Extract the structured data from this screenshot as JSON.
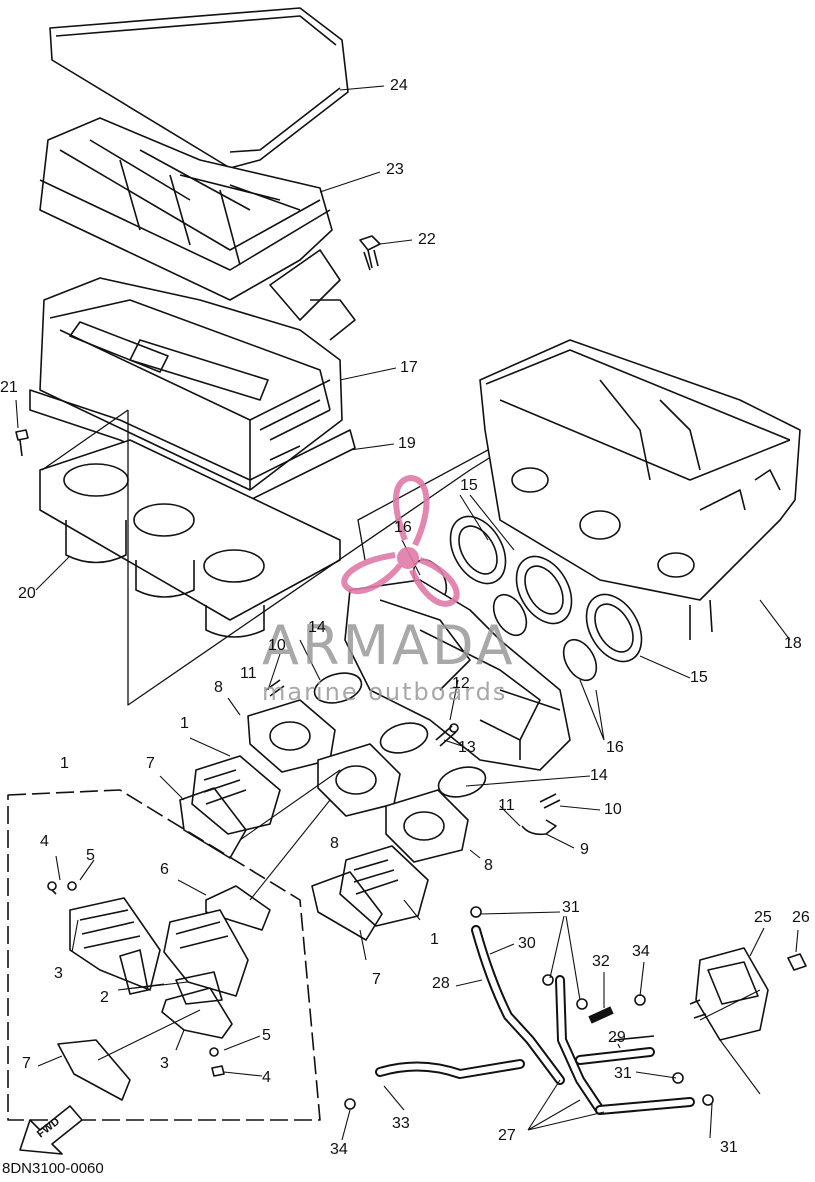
{
  "diagram": {
    "drawing_code": "8DN3100-0060",
    "fwd_label": "FWD",
    "watermark": {
      "brand": "ARMADA",
      "tagline": "marine outboards",
      "color": "#e07aa8"
    },
    "line_color": "#111111",
    "callout_labels": {
      "c24": "24",
      "c23": "23",
      "c22": "22",
      "c21": "21",
      "c17": "17",
      "c19": "19",
      "c20": "20",
      "c18": "18",
      "c15a": "15",
      "c15b": "15",
      "c16a": "16",
      "c16b": "16",
      "c14a": "14",
      "c14b": "14",
      "c10a": "10",
      "c10b": "10",
      "c11a": "11",
      "c11b": "11",
      "c12": "12",
      "c13": "13",
      "c9": "9",
      "c8a": "8",
      "c8b": "8",
      "c8c": "8",
      "c1a": "1",
      "c1b": "1",
      "c7a": "7",
      "c7b": "7",
      "c7c": "7",
      "c6": "6",
      "c4a": "4",
      "c4b": "4",
      "c5a": "5",
      "c5b": "5",
      "c3a": "3",
      "c3b": "3",
      "c2": "2",
      "c31a": "31",
      "c31b": "31",
      "c31c": "31",
      "c30": "30",
      "c28": "28",
      "c32": "32",
      "c34a": "34",
      "c34b": "34",
      "c25": "25",
      "c26": "26",
      "c29": "29",
      "c33": "33",
      "c27": "27"
    }
  }
}
